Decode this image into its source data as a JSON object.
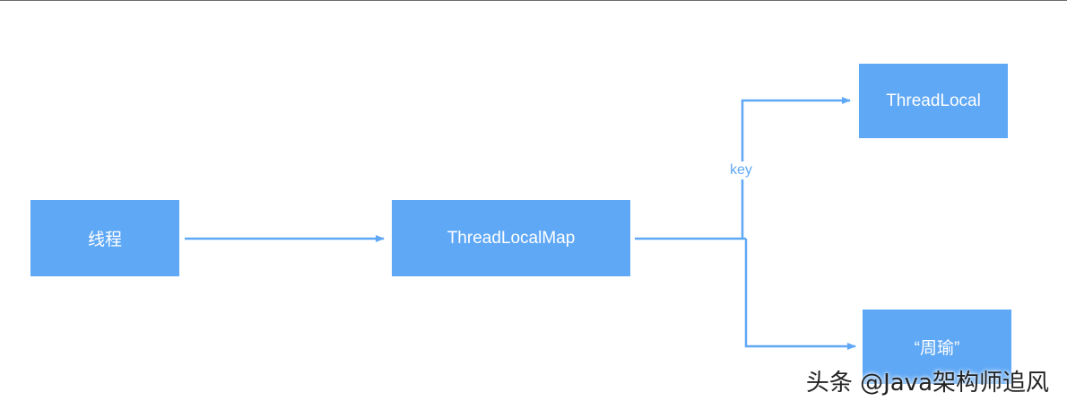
{
  "colors": {
    "node_fill": "#5fa8f5",
    "edge": "#5fa8f5",
    "edge_label": "#5fa8f5",
    "node_text": "#ffffff"
  },
  "nodes": {
    "thread": {
      "label": "线程"
    },
    "map": {
      "label": "ThreadLocalMap"
    },
    "threadlocal": {
      "label": "ThreadLocal"
    },
    "value": {
      "label": "“周瑜”"
    }
  },
  "edges": {
    "key_label": "key"
  },
  "watermark": {
    "text": "头条 @Java架构师追风"
  }
}
